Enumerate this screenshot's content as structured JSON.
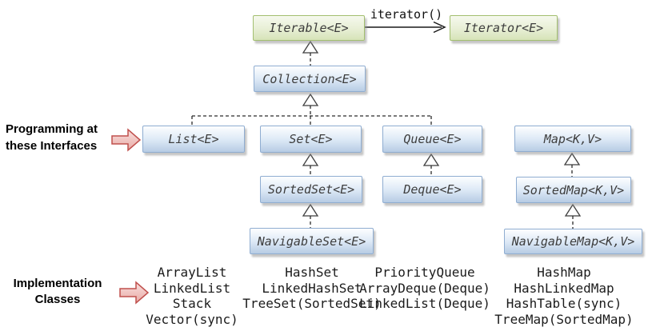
{
  "nodes": {
    "iterable": "Iterable<E>",
    "iterator": "Iterator<E>",
    "collection": "Collection<E>",
    "list": "List<E>",
    "set": "Set<E>",
    "queue": "Queue<E>",
    "map": "Map<K,V>",
    "sortedset": "SortedSet<E>",
    "deque": "Deque<E>",
    "sortedmap": "SortedMap<K,V>",
    "navigableset": "NavigableSet<E>",
    "navigablemap": "NavigableMap<K,V>"
  },
  "edge_label": "iterator()",
  "side_labels": {
    "interfaces_line1": "Programming at",
    "interfaces_line2": "these Interfaces",
    "impl_line1": "Implementation",
    "impl_line2": "Classes"
  },
  "implementations": {
    "list": [
      "ArrayList",
      "LinkedList",
      "Stack",
      "Vector(sync)"
    ],
    "set": [
      "HashSet",
      "LinkedHashSet",
      "TreeSet(SortedSet)"
    ],
    "queue": [
      "PriorityQueue",
      "ArrayDeque(Deque)",
      "LinkedList(Deque)"
    ],
    "map": [
      "HashMap",
      "HashLinkedMap",
      "HashTable(sync)",
      "TreeMap(SortedMap)"
    ]
  },
  "colors": {
    "interface_box_top": "#fdfeff",
    "interface_box_bottom": "#b7cce4",
    "interface_border": "#8fadd1",
    "iterable_box_top": "#f6f9ee",
    "iterable_box_bottom": "#d6e3b8",
    "iterable_border": "#a3bf70",
    "block_arrow_fill": "#f2c6c3",
    "block_arrow_border": "#c0504d",
    "connector": "#2b2b2b",
    "box_text": "#3d3d3d"
  }
}
